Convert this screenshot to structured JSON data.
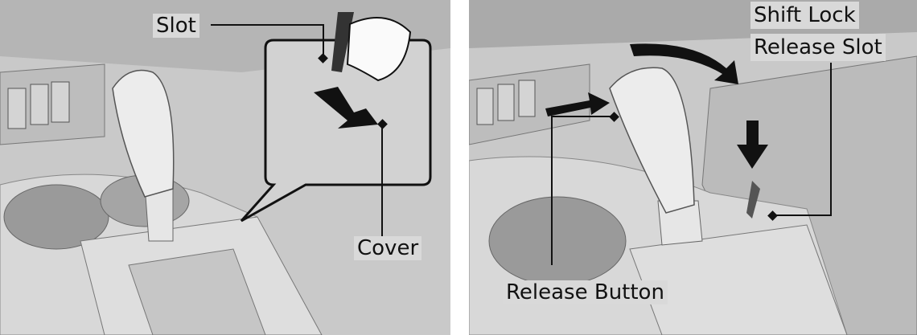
{
  "left_panel": {
    "labels": {
      "slot": "Slot",
      "cover": "Cover"
    }
  },
  "right_panel": {
    "labels": {
      "shift_lock_line1": "Shift Lock",
      "shift_lock_line2": "Release Slot",
      "release_button": "Release Button"
    }
  }
}
